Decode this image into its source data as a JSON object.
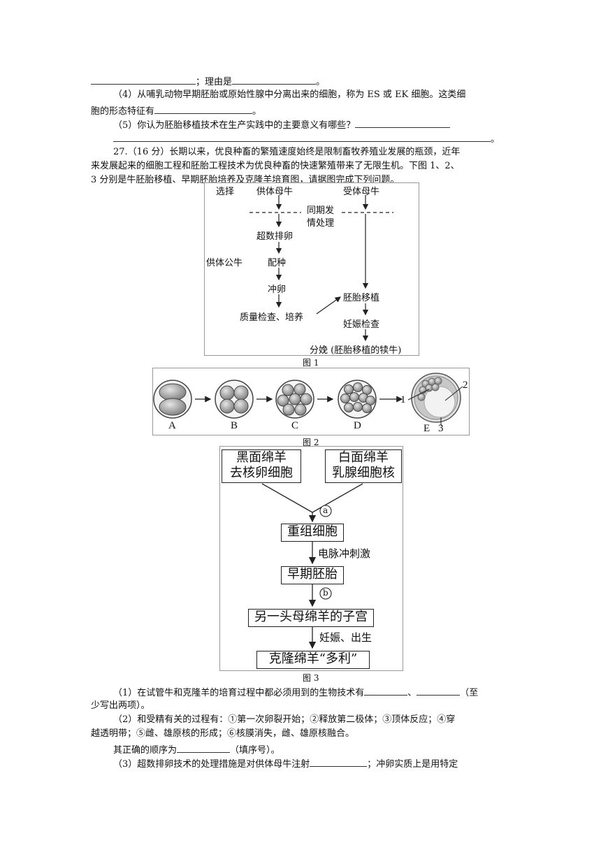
{
  "lines": {
    "l1_suffix": "；理由是",
    "l1_end": "。",
    "q4": "（4）从哺乳动物早期胚胎或原始性腺中分离出来的细胞，称为 ES 或 EK 细胞。这类细",
    "q4b": "胞的形态特征有",
    "q4b_end": "。",
    "q5": "（5）你认为胚胎移植技术在生产实践中的主要意义有哪些？",
    "q5_end": "。",
    "q27a": "27.（16 分）长期以来，优良种畜的繁殖速度始终是限制畜牧养殖业发展的瓶颈，近年",
    "q27b": "来发展起来的细胞工程和胚胎工程技术为优良种畜的快速繁殖带来了无限生机。下图 1、2、",
    "q27c": "3 分别是牛胚胎移植、早期胚胎培养及克隆羊培育图，请据图完成下列问题。"
  },
  "fig1": {
    "select": "选择",
    "donor_cow": "供体母牛",
    "recipient_cow": "受体母牛",
    "sync1": "同期发",
    "sync2": "情处理",
    "superovulation": "超数排卵",
    "donor_bull": "供体公牛",
    "mating": "配种",
    "flush": "冲卵",
    "quality": "质量检查、培养",
    "transfer": "胚胎移植",
    "pregnancy": "妊娠检查",
    "birth": "分娩 (胚胎移植的犊牛)",
    "caption": "图 1"
  },
  "fig2": {
    "labels": [
      "A",
      "B",
      "C",
      "D",
      "E"
    ],
    "parts": [
      "1",
      "2",
      "3"
    ],
    "caption": "图 2"
  },
  "fig3": {
    "box1a": "黑面绵羊",
    "box1b": "去核卵细胞",
    "box2a": "白面绵羊",
    "box2b": "乳腺细胞核",
    "step_a": "a",
    "recombined": "重组细胞",
    "pulse": "电脉冲刺激",
    "early_embryo": "早期胚胎",
    "step_b": "b",
    "uterus": "另一头母绵羊的子宫",
    "preg_birth": "妊娠、出生",
    "clone": "克隆绵羊“多利”",
    "caption": "图 3"
  },
  "questions": {
    "q1a": "（1）在试管牛和克隆羊的培育过程中都必须用到的生物技术有",
    "q1sep": "、",
    "q1c": "（至",
    "q1d": "少写出两项）。",
    "q2a": "（2）和受精有关的过程有：①第一次卵裂开始；②释放第二极体；③顶体反应；④穿",
    "q2b": "越透明带；⑤雌、雄原核的形成；⑥核膜消失，雌、雄原核融合。",
    "q2c": "其正确的顺序为",
    "q2c_end": "（填序号）。",
    "q3a": "（3）超数排卵技术的处理措施是对供体母牛注射",
    "q3b": "；冲卵实质上是用特定"
  }
}
